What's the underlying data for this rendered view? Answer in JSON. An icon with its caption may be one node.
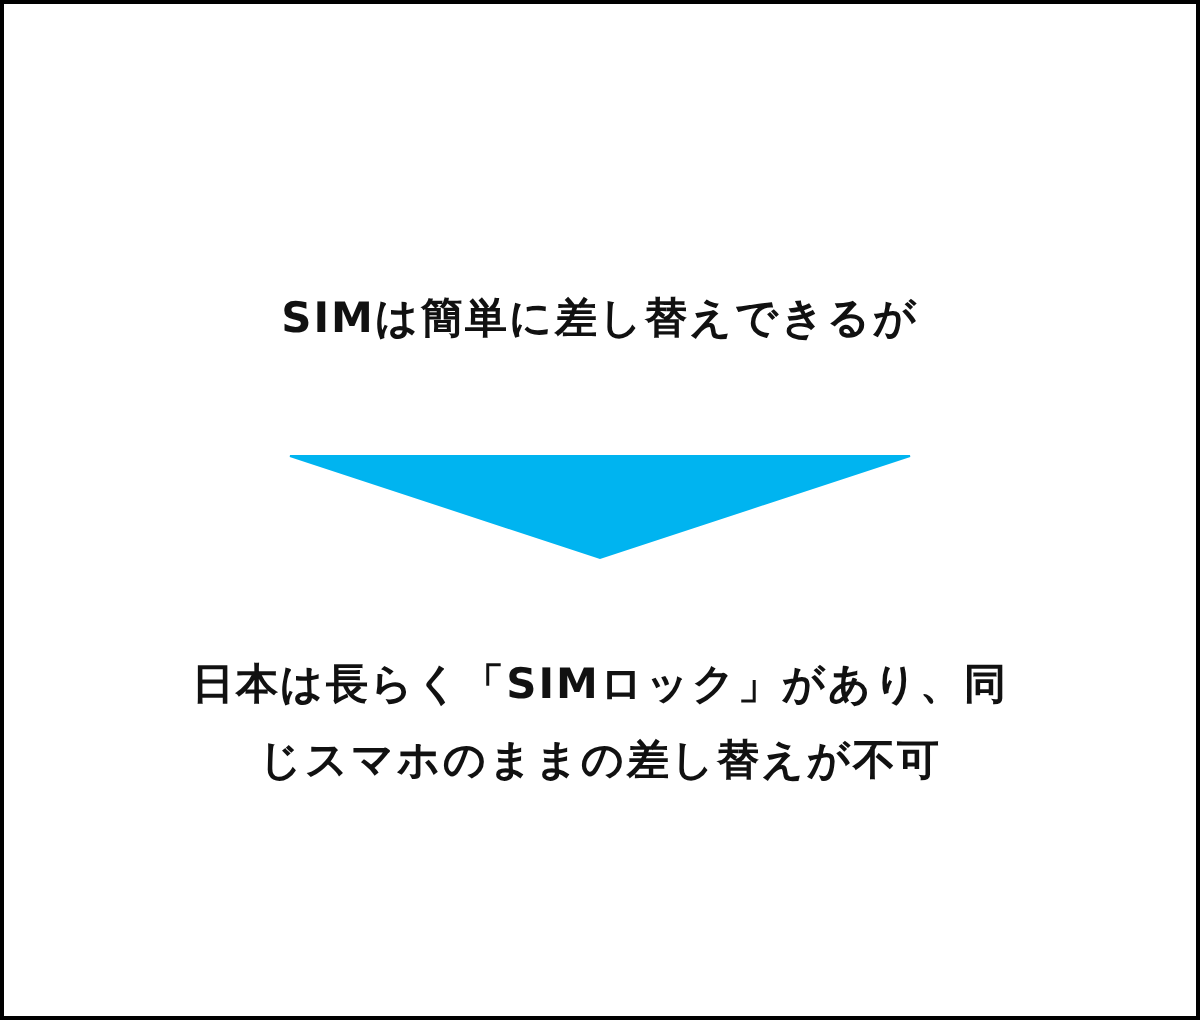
{
  "diagram": {
    "nodes": [
      {
        "text": [
          "SIMは簡単に差し替えできるが"
        ]
      },
      {
        "text": [
          "日本は長らく「SIMロック」があり、同じスマホのままの差し替えが不可"
        ]
      }
    ],
    "edges": [
      {
        "from": 0,
        "to": 1,
        "arrow": "to",
        "color": "#00b4f0"
      }
    ]
  }
}
